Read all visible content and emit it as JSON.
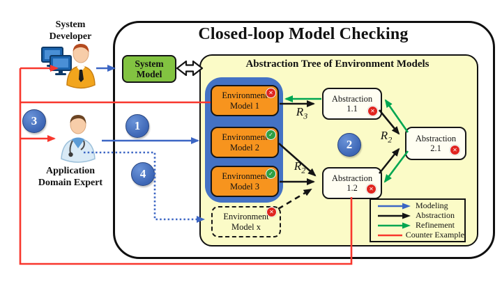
{
  "header": {
    "title": "Closed-loop Model Checking"
  },
  "panel": {
    "title": "Abstraction Tree of Environment Models"
  },
  "actors": {
    "developer": {
      "line1": "System",
      "line2": "Developer"
    },
    "expert": {
      "line1": "Application",
      "line2": "Domain Expert"
    }
  },
  "system_model": {
    "line1": "System",
    "line2": "Model"
  },
  "env_models": [
    {
      "line1": "Environment",
      "line2": "Model 1",
      "status": "fail"
    },
    {
      "line1": "Environment",
      "line2": "Model 2",
      "status": "pass"
    },
    {
      "line1": "Environment",
      "line2": "Model 3",
      "status": "pass"
    },
    {
      "line1": "Environment",
      "line2": "Model x",
      "status": "fail"
    }
  ],
  "abstractions": [
    {
      "line1": "Abstraction",
      "line2": "1.1",
      "status": "fail"
    },
    {
      "line1": "Abstraction",
      "line2": "2.1",
      "status": "fail"
    },
    {
      "line1": "Abstraction",
      "line2": "1.2",
      "status": "fail"
    }
  ],
  "relations": [
    {
      "base": "R",
      "sub": "3"
    },
    {
      "base": "R",
      "sub": "2"
    },
    {
      "base": "R",
      "sub": "2"
    }
  ],
  "steps": {
    "s1": "1",
    "s2": "2",
    "s3": "3",
    "s4": "4"
  },
  "badges": {
    "fail_icon": "✕",
    "pass_icon": "✓"
  },
  "legend": {
    "items": [
      {
        "label": "Modeling",
        "color": "#3c66c4"
      },
      {
        "label": "Abstraction",
        "color": "#141414"
      },
      {
        "label": "Refinement",
        "color": "#00a651"
      },
      {
        "label": "Counter Example",
        "color": "#f8372d"
      }
    ]
  },
  "colors": {
    "env_model_orange": "#f7941e",
    "container_blue": "#4472c4",
    "panel_yellow": "#fbfbc7",
    "system_model_green": "#82c341",
    "fail_red": "#e0251f",
    "pass_green": "#2ea043"
  }
}
